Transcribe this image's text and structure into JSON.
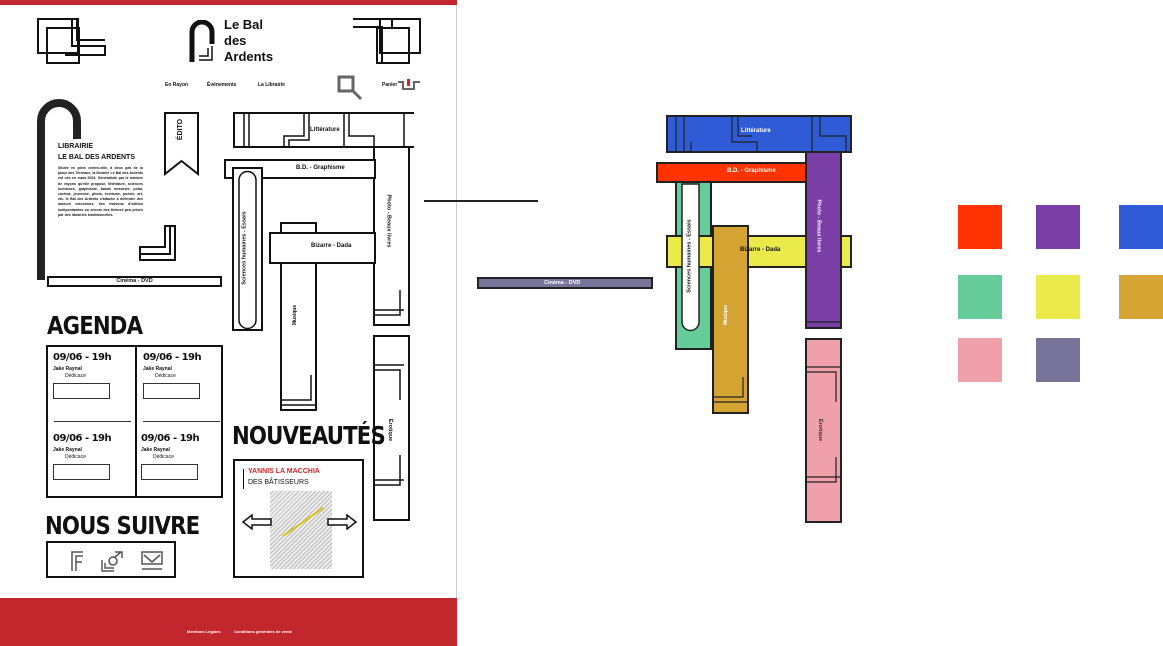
{
  "brand": {
    "name": "Le Bal des Ardents",
    "line1": "Le Bal",
    "line2": "des",
    "line3": "Ardents"
  },
  "nav": {
    "items": [
      "En Rayon",
      "Événements",
      "La Librairie"
    ],
    "cart_label": "Panier",
    "search_icon": "search-icon",
    "cart_icon": "cart-icon"
  },
  "intro": {
    "title1": "LIBRAIRIE",
    "title2": "LE BAL DES ARDENTS",
    "text": "Située en plein centre-ville, à deux pas de la place des Terreaux, la librairie Le Bal des Ardents est née en mars 2003. Généraliste par le nombre de rayons qu'elle propose, littérature, sciences humaines, graphisme, bande dessinée, polar, cinéma, jeunesse, photo, érotisme, poésie, art, etc. le Bal des Ardents s'attache à défendre des auteurs méconnus, des maisons d'édition indépendantes ou encore des thèmes peu prisés par des librairies traditionnelles."
  },
  "edito_label": "ÉDITO",
  "sections": {
    "litterature": "Littérature",
    "bd": "B.D. - Graphisme",
    "sciences": "Sciences humaines - Essais",
    "photo": "Photo - Beaux livres",
    "bizarre": "Bizarre - Dada",
    "musique": "Musique",
    "erotique": "Érotique",
    "cinema": "Cinéma - DVD"
  },
  "agenda": {
    "title": "AGENDA",
    "events": [
      {
        "date": "09/06 - 19h",
        "name": "Jake Raynal",
        "type": "Dédicace"
      },
      {
        "date": "09/06 - 19h",
        "name": "Jake Raynal",
        "type": "Dédicace"
      },
      {
        "date": "09/06 - 19h",
        "name": "Jake Raynal",
        "type": "Dédicace"
      },
      {
        "date": "09/06 - 19h",
        "name": "Jake Raynal",
        "type": "Dédicace"
      }
    ]
  },
  "nouveautes": {
    "title": "NOUVEAUTÉS",
    "author": "YANNIS LA MACCHIA",
    "book": "DES BÂTISSEURS"
  },
  "social": {
    "title": "NOUS SUIVRE"
  },
  "footer": {
    "links": [
      "Mentions Légales",
      "Conditions générales de vente"
    ]
  },
  "palette": {
    "bd": "#ff3300",
    "photo": "#7a3fa6",
    "litterature": "#2f5bd6",
    "sciences": "#66cc99",
    "bizarre": "#eaea4a",
    "musique": "#d4a332",
    "erotique": "#f0a0ab",
    "cinema": "#77739a",
    "brand_red": "#c1272d"
  }
}
